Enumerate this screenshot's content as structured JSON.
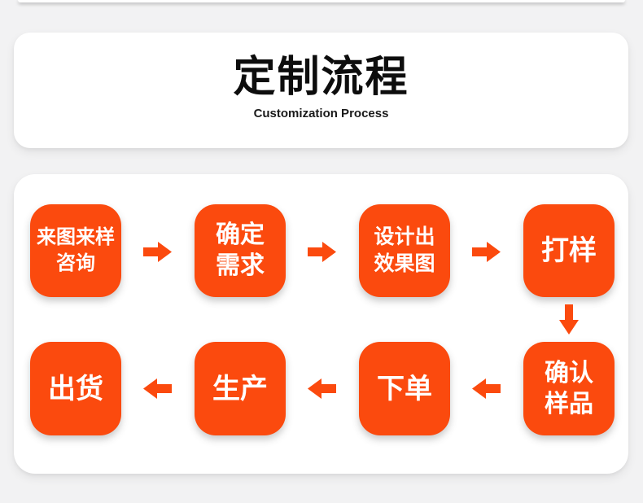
{
  "colors": {
    "background": "#f2f2f3",
    "card": "#ffffff",
    "accent_orange": "#fb4a0e",
    "title_text": "#0d0d0d",
    "step_text": "#ffffff"
  },
  "header": {
    "title": "定制流程",
    "subtitle": "Customization Process"
  },
  "flow": {
    "row1": [
      {
        "text": "来图来样\n咨询"
      },
      {
        "text": "确定\n需求"
      },
      {
        "text": "设计出\n效果图"
      },
      {
        "text": "打样"
      }
    ],
    "row2": [
      {
        "text": "出货"
      },
      {
        "text": "生产"
      },
      {
        "text": "下单"
      },
      {
        "text": "确认\n样品"
      }
    ]
  }
}
